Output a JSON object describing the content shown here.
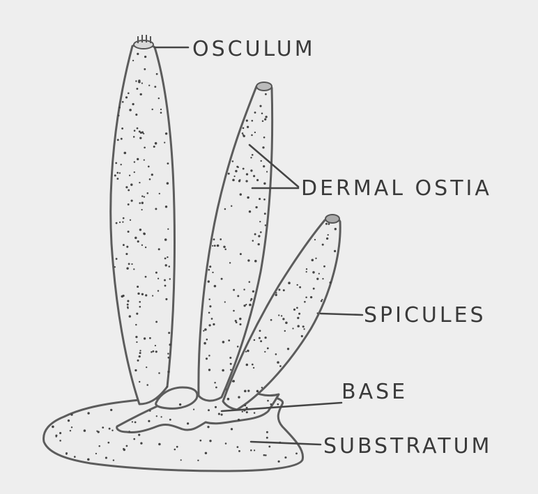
{
  "labels": {
    "osculum": "OSCULUM",
    "dermal_ostia": "DERMAL OSTIA",
    "spicules": "SPICULES",
    "base": "BASE",
    "substratum": "SUBSTRATUM"
  },
  "colors": {
    "paper": "#eeeeee",
    "ink": "#5c5c5c",
    "dots": "#444444"
  }
}
